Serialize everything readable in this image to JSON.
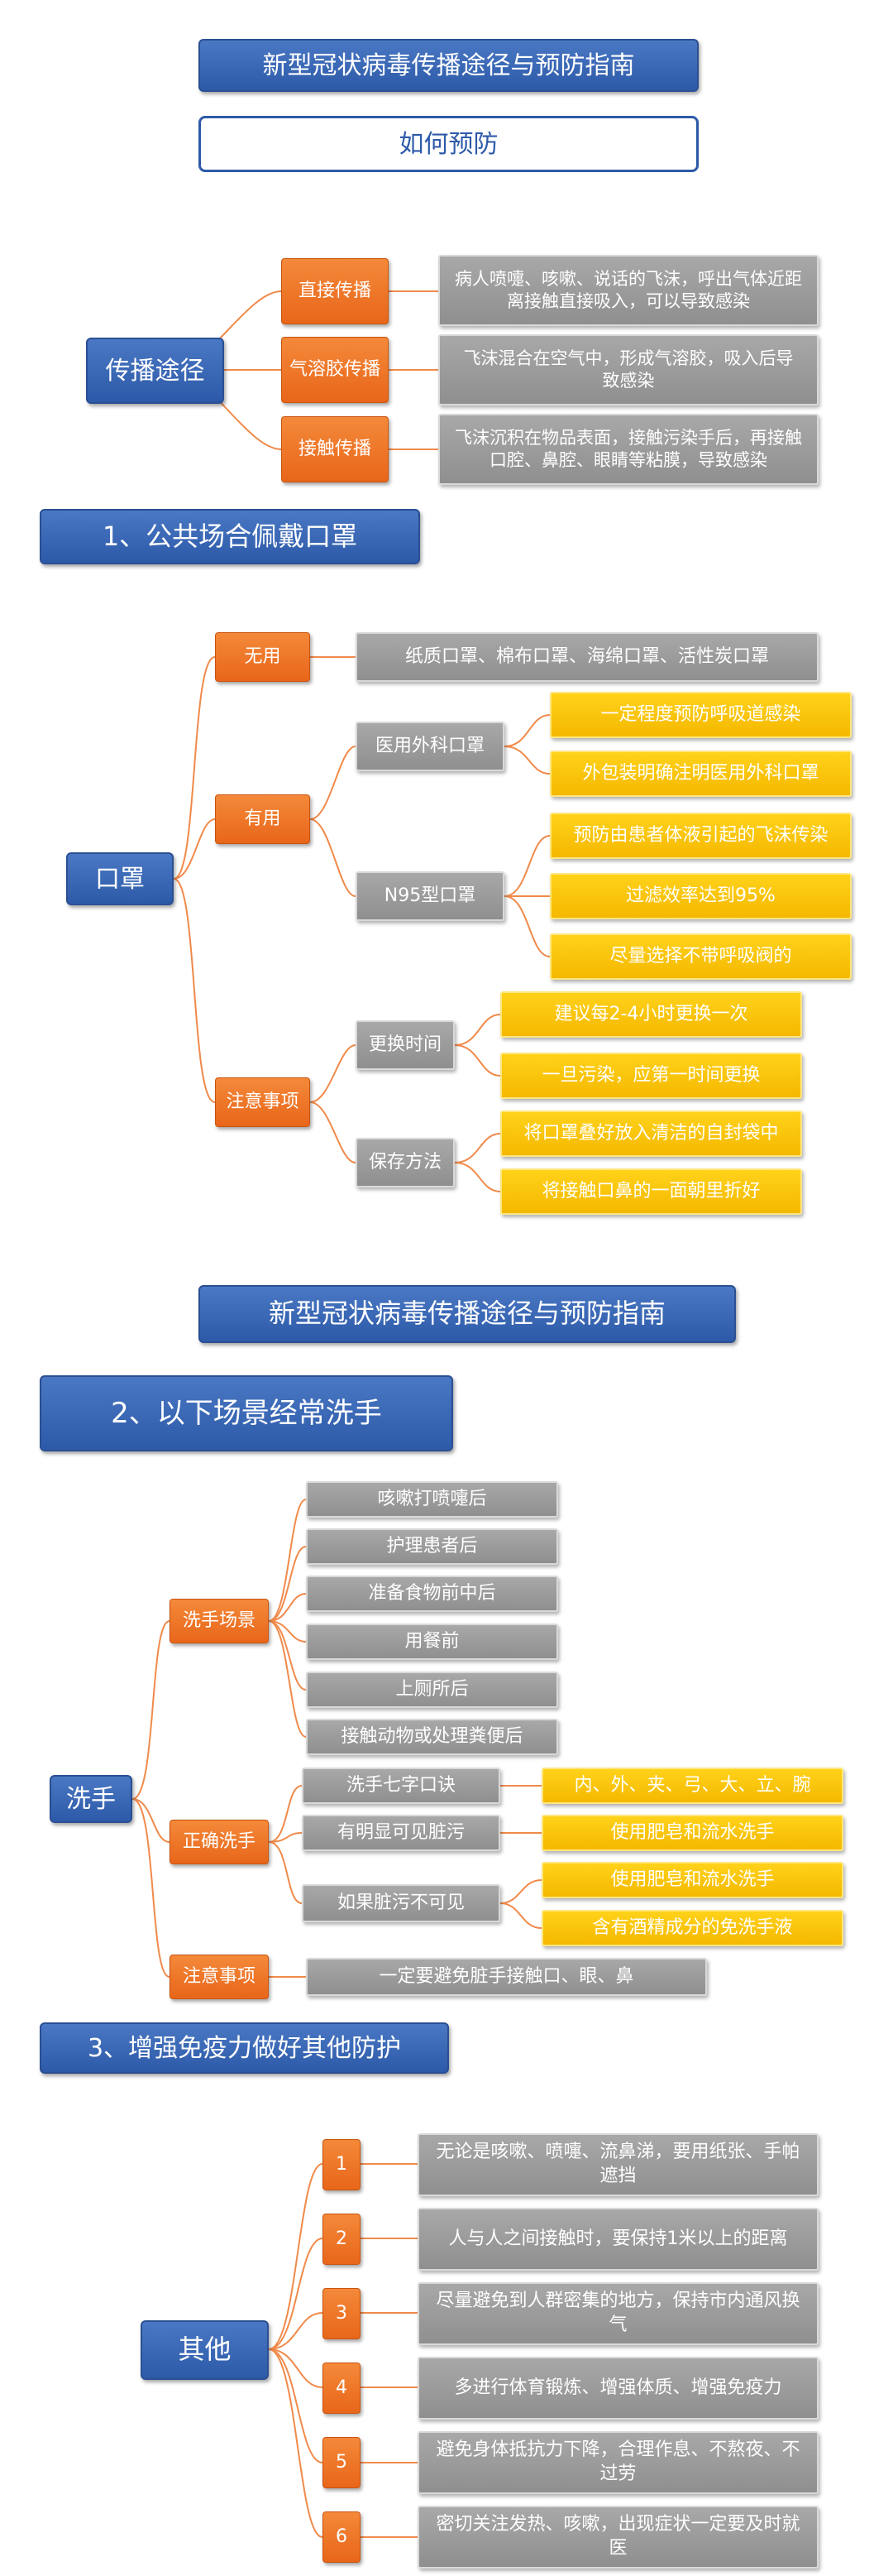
{
  "header1": {
    "title": "新型冠状病毒传播途径与预防指南",
    "subtitle": "如何预防"
  },
  "transmission": {
    "root": "传播途径",
    "items": [
      {
        "label": "直接传播",
        "desc": "病人喷嚏、咳嗽、说话的飞沫，呼出气体近距离接触直接吸入，可以导致感染"
      },
      {
        "label": "气溶胶传播",
        "desc": "飞沫混合在空气中，形成气溶胶，吸入后导致感染"
      },
      {
        "label": "接触传播",
        "desc": "飞沫沉积在物品表面，接触污染手后，再接触口腔、鼻腔、眼睛等粘膜，导致感染"
      }
    ]
  },
  "section1": {
    "title": "1、公共场合佩戴口罩"
  },
  "mask": {
    "root": "口罩",
    "useless": {
      "label": "无用",
      "desc": "纸质口罩、棉布口罩、海绵口罩、活性炭口罩"
    },
    "useful": {
      "label": "有用",
      "surgical": {
        "label": "医用外科口罩",
        "items": [
          "一定程度预防呼吸道感染",
          "外包装明确注明医用外科口罩"
        ]
      },
      "n95": {
        "label": "N95型口罩",
        "items": [
          "预防由患者体液引起的飞沫传染",
          "过滤效率达到95%",
          "尽量选择不带呼吸阀的"
        ]
      }
    },
    "notes": {
      "label": "注意事项",
      "change": {
        "label": "更换时间",
        "items": [
          "建议每2-4小时更换一次",
          "一旦污染，应第一时间更换"
        ]
      },
      "store": {
        "label": "保存方法",
        "items": [
          "将口罩叠好放入清洁的自封袋中",
          "将接触口鼻的一面朝里折好"
        ]
      }
    }
  },
  "header2": {
    "title": "新型冠状病毒传播途径与预防指南"
  },
  "section2": {
    "title": "2、以下场景经常洗手"
  },
  "wash": {
    "root": "洗手",
    "scenes": {
      "label": "洗手场景",
      "items": [
        "咳嗽打喷嚏后",
        "护理患者后",
        "准备食物前中后",
        "用餐前",
        "上厕所后",
        "接触动物或处理粪便后"
      ]
    },
    "correct": {
      "label": "正确洗手",
      "rows": [
        {
          "label": "洗手七字口诀",
          "items": [
            "内、外、夹、弓、大、立、腕"
          ]
        },
        {
          "label": "有明显可见脏污",
          "items": [
            "使用肥皂和流水洗手"
          ]
        },
        {
          "label": "如果脏污不可见",
          "items": [
            "使用肥皂和流水洗手",
            "含有酒精成分的免洗手液"
          ]
        }
      ]
    },
    "notes": {
      "label": "注意事项",
      "desc": "一定要避免脏手接触口、眼、鼻"
    }
  },
  "section3": {
    "title": "3、增强免疫力做好其他防护"
  },
  "other": {
    "root": "其他",
    "items": [
      {
        "n": "1",
        "desc": "无论是咳嗽、喷嚏、流鼻涕，要用纸张、手帕遮挡"
      },
      {
        "n": "2",
        "desc": "人与人之间接触时，要保持1米以上的距离"
      },
      {
        "n": "3",
        "desc": "尽量避免到人群密集的地方，保持市内通风换气"
      },
      {
        "n": "4",
        "desc": "多进行体育锻炼、增强体质、增强免疫力"
      },
      {
        "n": "5",
        "desc": "避免身体抵抗力下降，合理作息、不熬夜、不过劳"
      },
      {
        "n": "6",
        "desc": "密切关注发热、咳嗽，出现症状一定要及时就医"
      }
    ]
  },
  "colors": {
    "blue": "#2d5aa8",
    "orange": "#ee7424",
    "gray": "#9a9a9a",
    "yellow": "#ffc000"
  }
}
